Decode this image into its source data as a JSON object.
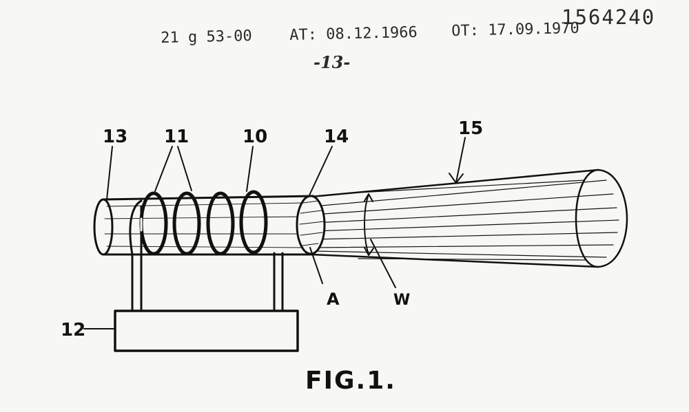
{
  "header": {
    "patent_number": "1564240",
    "class_code": "21 g 53-00",
    "at_date": "AT: 08.12.1966",
    "ot_date": "OT: 17.09.1970",
    "page_mark": "-13-"
  },
  "figure": {
    "labels": {
      "rod_end": "13",
      "coil": "11",
      "rod": "10",
      "rod_face": "14",
      "beam": "15",
      "base": "12",
      "aperture": "A",
      "divergence": "W"
    },
    "caption": "FIG.1."
  }
}
